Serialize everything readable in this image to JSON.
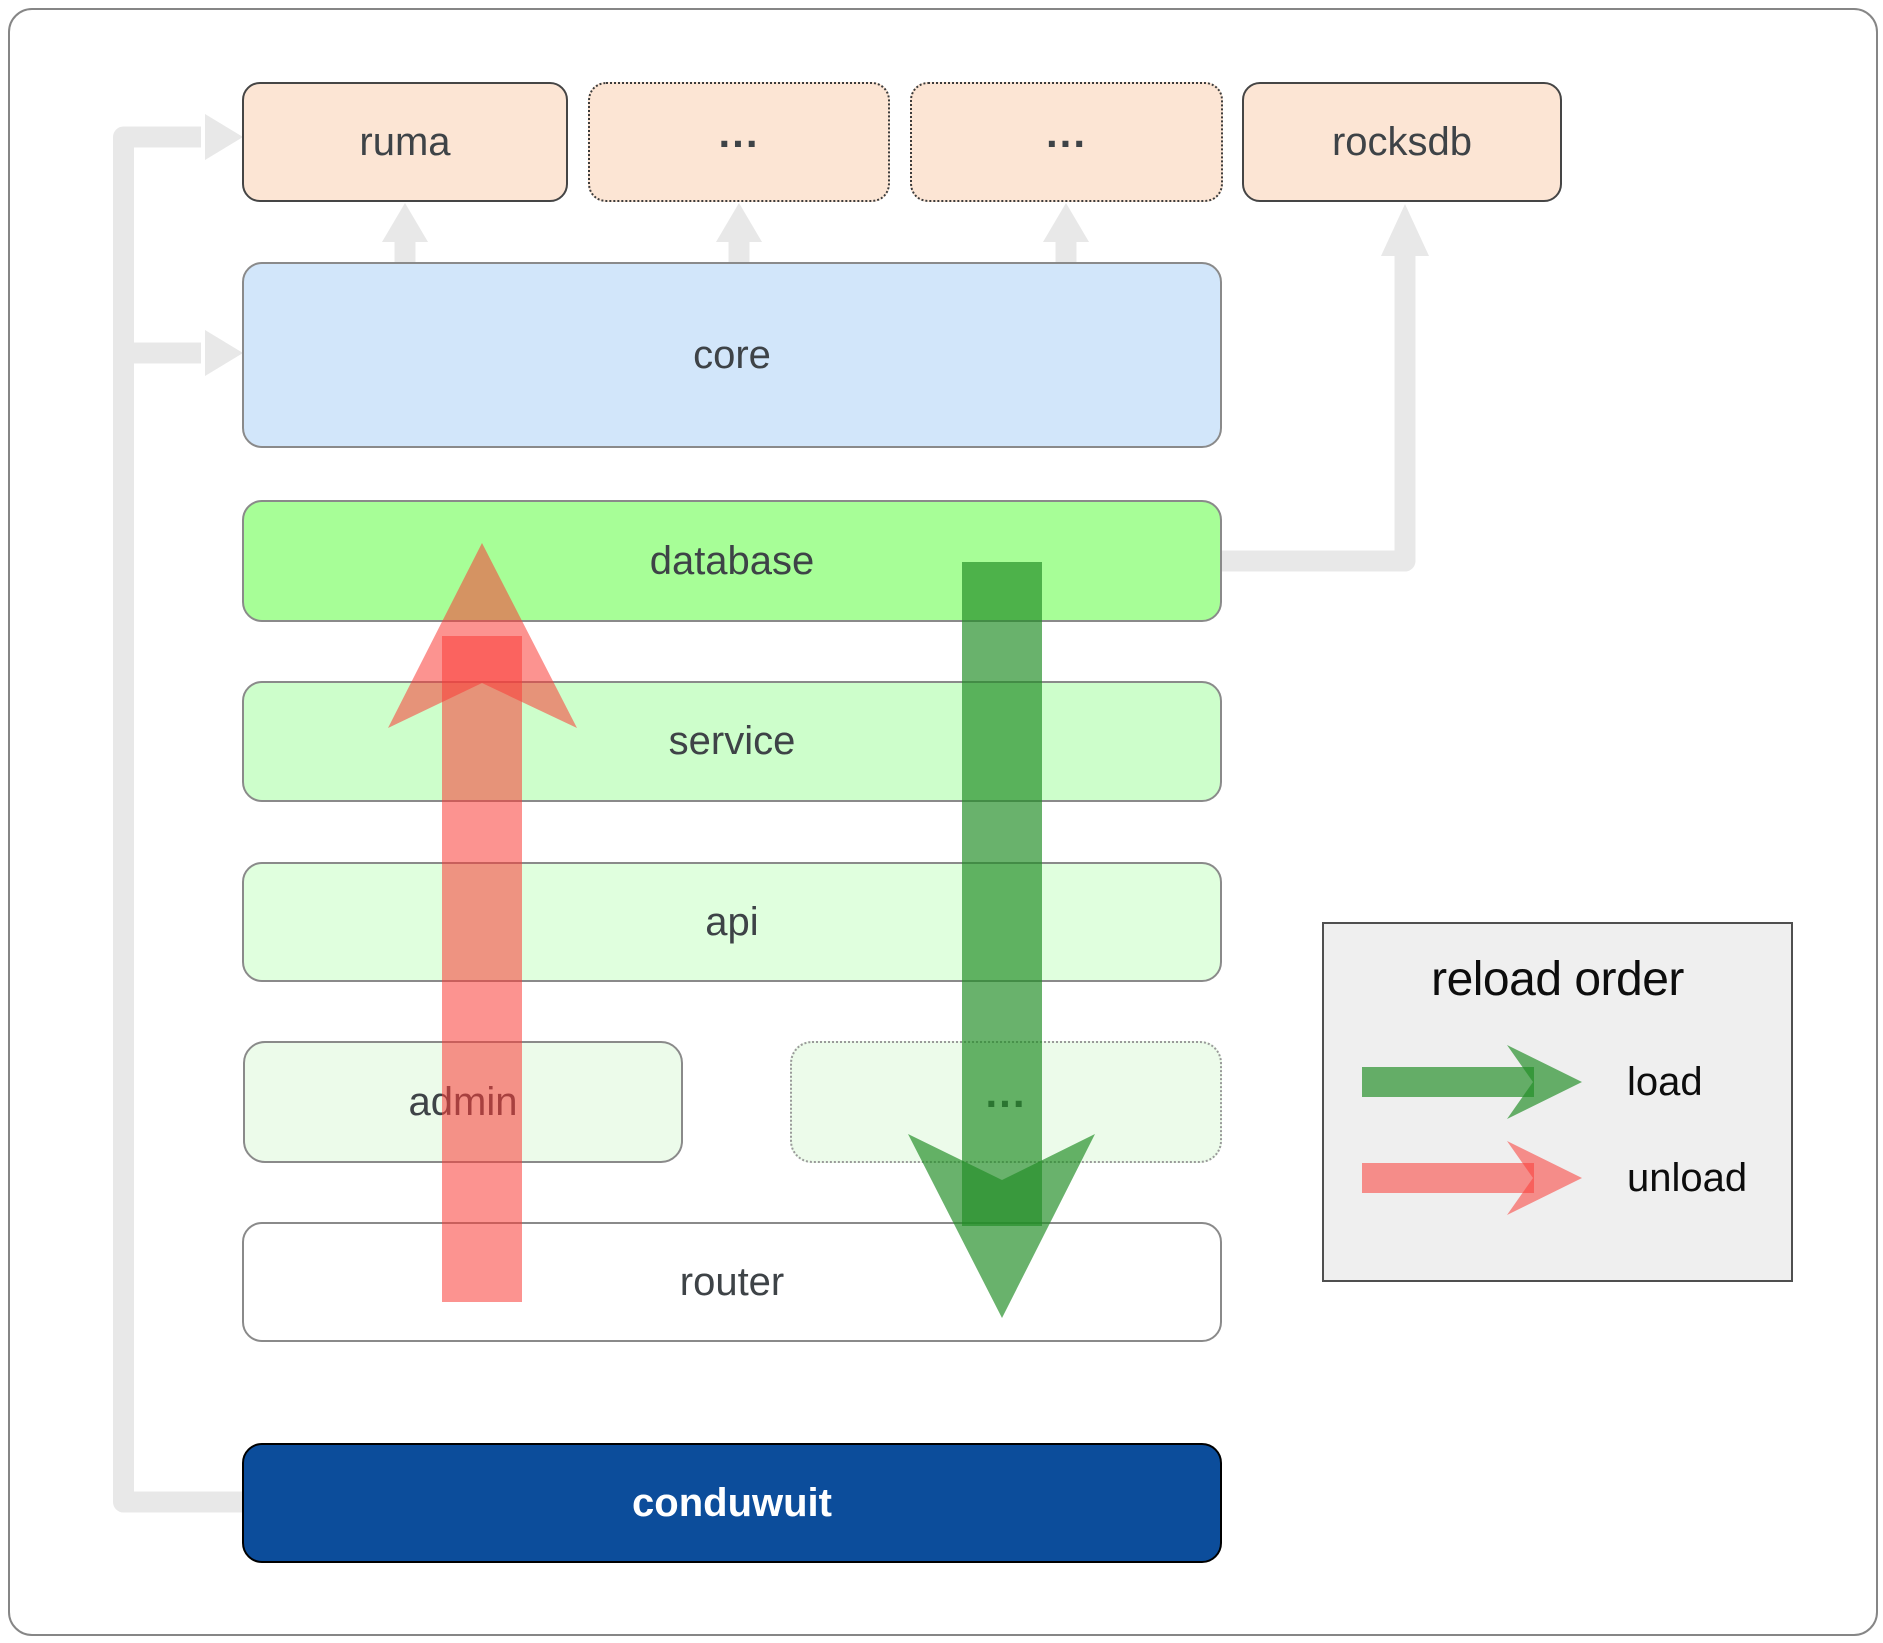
{
  "nodes": {
    "ruma": {
      "label": "ruma"
    },
    "ellipsis1": {
      "label": "..."
    },
    "ellipsis2": {
      "label": "..."
    },
    "rocksdb": {
      "label": "rocksdb"
    },
    "core": {
      "label": "core"
    },
    "database": {
      "label": "database"
    },
    "service": {
      "label": "service"
    },
    "api": {
      "label": "api"
    },
    "admin": {
      "label": "admin"
    },
    "ellipsis3": {
      "label": "..."
    },
    "router": {
      "label": "router"
    },
    "conduwuit": {
      "label": "conduwuit"
    }
  },
  "legend": {
    "title": "reload order",
    "items": [
      {
        "id": "load",
        "label": "load",
        "color": "#2e8e26"
      },
      {
        "id": "unload",
        "label": "unload",
        "color": "#fa3e39"
      }
    ]
  },
  "colors": {
    "node_peach": "#fce5d4",
    "node_blue": "#d2e6fa",
    "node_green_bright": "#a7fe97",
    "node_green_light": "#cdfecb",
    "node_green_lighter": "#e0ffde",
    "node_green_faint": "#ecfbea",
    "node_navy": "#0c4d9b",
    "arrow_gray": "#e8e8e8",
    "legend_bg": "#efefef",
    "label_dark": "#3e4347"
  }
}
